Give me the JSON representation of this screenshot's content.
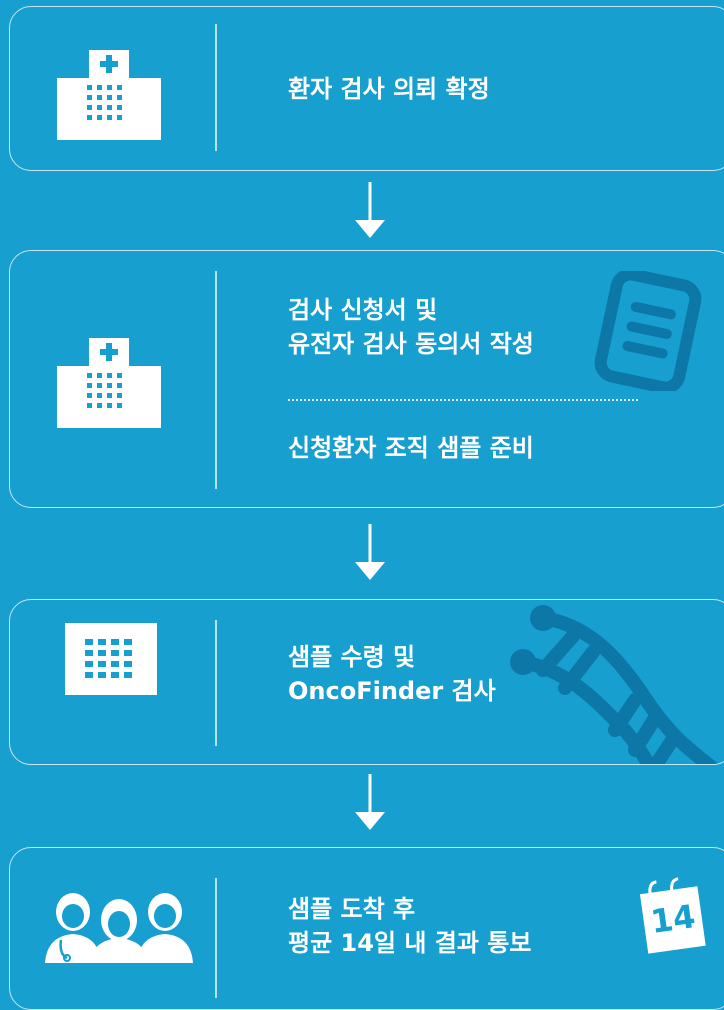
{
  "steps": [
    {
      "lines": [
        "환자 검사 의뢰 확정"
      ]
    },
    {
      "lines": [
        "검사 신청서  및",
        "유전자 검사 동의서 작성"
      ],
      "sub": "신청환자 조직 샘플 준비"
    },
    {
      "lines": [
        "샘플 수령 및",
        "OncoFinder 검사"
      ]
    },
    {
      "lines": [
        "샘플 도착 후",
        "평균 14일 내 결과 통보"
      ]
    }
  ],
  "calendar_number": "14",
  "colors": {
    "background": "#169fcf",
    "deco": "#0d77a8",
    "foreground": "#ffffff"
  }
}
